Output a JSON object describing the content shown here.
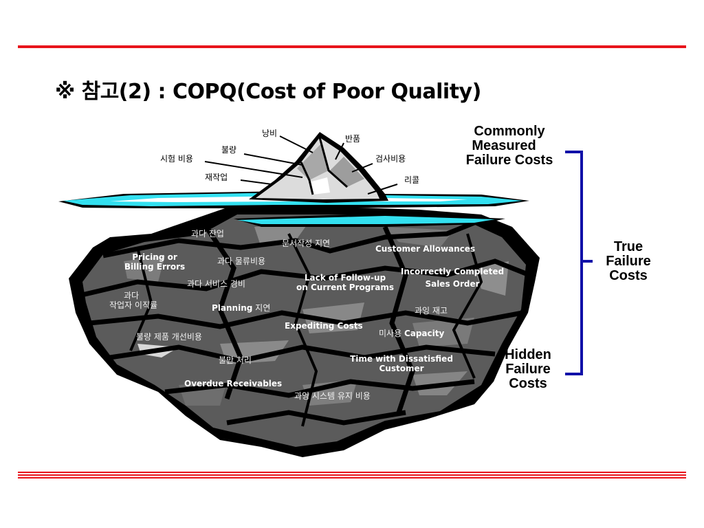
{
  "slide": {
    "title": "※ 참고(2) : COPQ(Cost of Poor Quality)",
    "colors": {
      "rule": "#e8141b",
      "bracket": "#1010a8",
      "water": "#33e0f0"
    }
  },
  "visible_costs": {
    "items": [
      "낭비",
      "반품",
      "불량",
      "검사비용",
      "시험 비용",
      "재작업",
      "리콜"
    ]
  },
  "hidden_costs": {
    "overwork": "과다 잔업",
    "doc_delay": "문서작성 지연",
    "customer_allowances": "Customer Allowances",
    "pricing_errors_1": "Pricing or",
    "pricing_errors_2": "Billing Errors",
    "logistics": "과다 물류비용",
    "incorrect_sales_1": "Incorrectly Completed",
    "incorrect_sales_2": "Sales Order",
    "service": "과다 서비스 경비",
    "follow_up_1": "Lack of Follow-up",
    "follow_up_2": "on Current Programs",
    "turnover_1": "과다",
    "turnover_2": "작업자 이직률",
    "planning_en": "Planning",
    "planning_kr": " 지연",
    "excess_stock": "과잉 재고",
    "expediting": "Expediting Costs",
    "idle_kr": "미사용 ",
    "idle_en": "Capacity",
    "improvement": "불량 제품 개선비용",
    "dissatisfied_1": "Time with Dissatisfied",
    "dissatisfied_2": "Customer",
    "defect_disposal": "불만 처리",
    "overdue": "Overdue  Receivables",
    "system_maint": "과잉 시스템 유지 비용"
  },
  "sidebar": {
    "measured": [
      "Commonly",
      "Measured",
      "Failure Costs"
    ],
    "true_costs": [
      "True",
      "Failure",
      "Costs"
    ],
    "hidden": [
      "Hidden",
      "Failure",
      "Costs"
    ]
  }
}
